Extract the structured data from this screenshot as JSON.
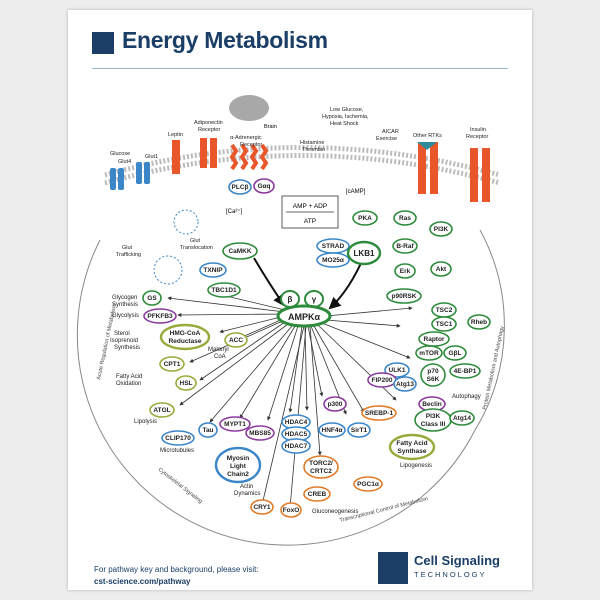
{
  "header": {
    "title": "Energy Metabolism"
  },
  "footer": {
    "line1": "For pathway key and background, please visit:",
    "url": "cst-science.com/pathway"
  },
  "brand": {
    "name": "Cell Signaling",
    "sub": "TECHNOLOGY"
  },
  "colors": {
    "navy": "#1a3e66",
    "receptor": "#e8562a",
    "green": "#2e8b3c",
    "blue": "#3a86c8",
    "purple": "#8a3a9c",
    "olive": "#9aaa3a",
    "orange": "#e07b28"
  },
  "labels": {
    "brain": "Brain",
    "leptin": "Leptin",
    "adiponectin": "Adiponectin",
    "adiponectin_r": "Receptor",
    "alpha_adr": "α-Adrenergic",
    "alpha_adr_r": "Receptor",
    "glucose": "Glucose",
    "glut4": "Glut4",
    "glut1": "Glut1",
    "histamine": "Histamine",
    "thrombin": "Thrombin",
    "low_glucose_1": "Low Glucose,",
    "low_glucose_2": "Hypoxia, Ischemia,",
    "low_glucose_3": "Heat Shock",
    "aicar": "AICAR",
    "exercise": "Exercise",
    "other_rtks": "Other RTKs",
    "insulin_1": "Insulin",
    "insulin_2": "Receptor",
    "amp_adp": "AMP + ADP",
    "atp": "ATP",
    "camp": "[cAMP]",
    "ca": "[Ca²⁺]",
    "glut_transloc_1": "Glut",
    "glut_transloc_2": "Translocation",
    "glut_traff_1": "Glut",
    "glut_traff_2": "Trafficking",
    "glycogen_1": "Glycogen",
    "glycogen_2": "Synthesis",
    "glycolysis": "Glycolysis",
    "sterol_1": "Sterol",
    "sterol_2": "Isoprenoid",
    "sterol_3": "Synthesis",
    "malonyl_1": "Malonyl",
    "malonyl_2": "CoA",
    "fatty_ox_1": "Fatty Acid",
    "fatty_ox_2": "Oxidation",
    "lipolysis": "Lipolysis",
    "microtubules": "Microtubules",
    "actin_1": "Actin",
    "actin_2": "Dynamics",
    "gluconeogenesis": "Gluconeogenesis",
    "lipogenesis": "Lipogenesis",
    "autophagy": "Autophagy",
    "arc_left": "Acute Regulation of Metabolism",
    "arc_cyto": "Cytoskeletal Signaling",
    "arc_trans": "Transcriptional Control of Metabolism",
    "arc_right": "Protein Metabolism and Autophagy"
  },
  "nodes": {
    "plc": "PLCβ",
    "gaq": "Gαq",
    "camkk": "CaMKK",
    "pka": "PKA",
    "strad": "STRAD",
    "mo25": "MO25α",
    "lkb1": "LKB1",
    "ras": "Ras",
    "braf": "B-Raf",
    "erk": "Erk",
    "p90rsk": "p90RSK",
    "pi3k": "PI3K",
    "akt": "Akt",
    "txnip": "TXNIP",
    "tbc1d1": "TBC1D1",
    "gs": "GS",
    "pfkfb3": "PFKFB3",
    "hmgcoa_1": "HMG-CoA",
    "hmgcoa_2": "Reductase",
    "acc": "ACC",
    "cpt1": "CPT1",
    "hsl": "HSL",
    "atgl": "ATGL",
    "tau": "Tau",
    "clip170": "CLIP170",
    "mypt1": "MYPT1",
    "mbs85": "MBS85",
    "mlc_1": "Myosin",
    "mlc_2": "Light",
    "mlc_3": "Chain2",
    "hdac4": "HDAC4",
    "hdac5": "HDAC5",
    "hdac7": "HDAC7",
    "p300": "p300",
    "hnf4a": "HNF4α",
    "sirt1": "SirT1",
    "srebp1": "SREBP-1",
    "fas_1": "Fatty Acid",
    "fas_2": "Synthase",
    "torc2_1": "TORC2/",
    "torc2_2": "CRTC2",
    "creb": "CREB",
    "pgc1a": "PGC1α",
    "cry1": "CRY1",
    "foxo": "FoxO",
    "tsc2": "TSC2",
    "tsc1": "TSC1",
    "rheb": "Rheb",
    "raptor": "Raptor",
    "mtor": "mTOR",
    "gbl": "GβL",
    "ulk1": "ULK1",
    "fip200": "FIP200",
    "atg13": "Atg13",
    "p70_1": "p70",
    "p70_2": "S6K",
    "ebp1": "4E-BP1",
    "beclin": "Beclin",
    "pi3k3_1": "PI3K",
    "pi3k3_2": "Class III",
    "atg14": "Atg14",
    "beta": "β",
    "gamma": "γ",
    "ampk": "AMPKα"
  }
}
